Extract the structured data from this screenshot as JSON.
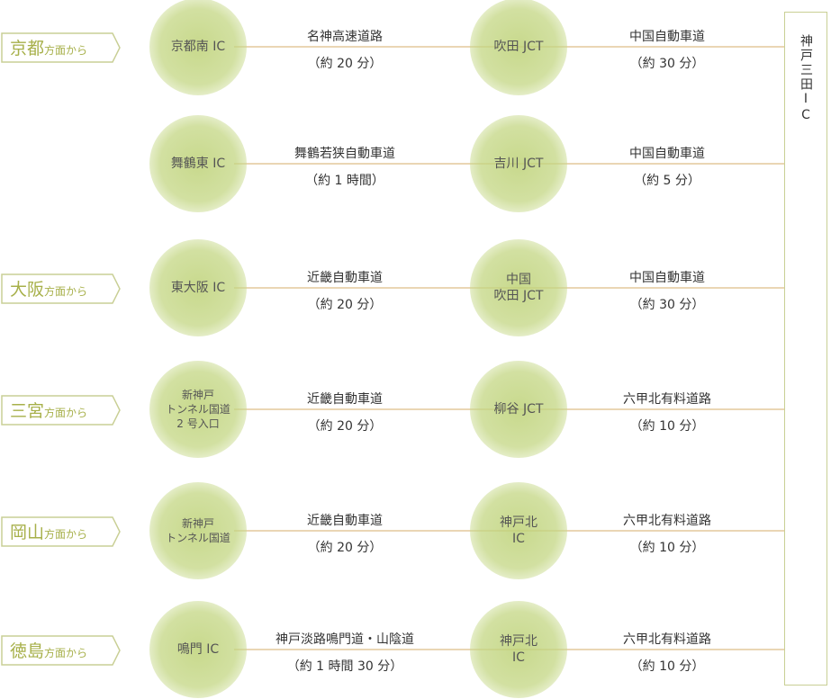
{
  "destination": {
    "label": "神戸三田IC"
  },
  "rows": [
    {
      "origin": "京都",
      "origin_suffix": "方面から",
      "ic": "京都南 IC",
      "road1": "名神高速道路",
      "time1": "（約 20 分）",
      "jct": "吹田 JCT",
      "road2": "中国自動車道",
      "time2": "（約 30 分）"
    },
    {
      "origin": "",
      "origin_suffix": "",
      "ic": "舞鶴東 IC",
      "road1": "舞鶴若狭自動車道",
      "time1": "（約 1 時間）",
      "jct": "吉川 JCT",
      "road2": "中国自動車道",
      "time2": "（約 5 分）"
    },
    {
      "origin": "大阪",
      "origin_suffix": "方面から",
      "ic": "東大阪 IC",
      "road1": "近畿自動車道",
      "time1": "（約 20 分）",
      "jct": "中国\n吹田 JCT",
      "road2": "中国自動車道",
      "time2": "（約 30 分）"
    },
    {
      "origin": "三宮",
      "origin_suffix": "方面から",
      "ic": "新神戸\nトンネル国道\n2 号入口",
      "road1": "近畿自動車道",
      "time1": "（約 20 分）",
      "jct": "柳谷 JCT",
      "road2": "六甲北有料道路",
      "time2": "（約 10 分）"
    },
    {
      "origin": "岡山",
      "origin_suffix": "方面から",
      "ic": "新神戸\nトンネル国道",
      "road1": "近畿自動車道",
      "time1": "（約 20 分）",
      "jct": "神戸北\nIC",
      "road2": "六甲北有料道路",
      "time2": "（約 10 分）"
    },
    {
      "origin": "徳島",
      "origin_suffix": "方面から",
      "ic": "鳴門 IC",
      "road1": "神戸淡路鳴門道・山陰道",
      "time1": "（約 1 時間 30 分）",
      "jct": "神戸北\nIC",
      "road2": "六甲北有料道路",
      "time2": "（約 10 分）"
    }
  ],
  "colors": {
    "tag": "#c9cf95",
    "tag_text": "#a7b04a",
    "line": "#ead6b4"
  }
}
